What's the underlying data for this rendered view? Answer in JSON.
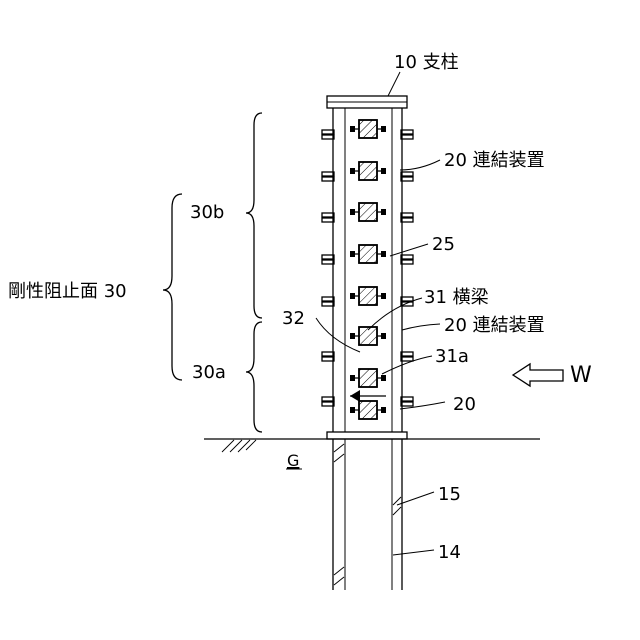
{
  "labels": {
    "pillar": "10 支柱",
    "coupling_1": "20 連結装置",
    "coupling_2": "20 連結装置",
    "coupling_3": "20",
    "ref_25": "25",
    "beam": "31 横梁",
    "ref_31a": "31a",
    "ref_32": "32",
    "ref_30b": "30b",
    "ref_30a": "30a",
    "rigid_face": "剛性阻止面 30",
    "wind": "W",
    "ground": "G",
    "ref_15": "15",
    "ref_14": "14"
  }
}
